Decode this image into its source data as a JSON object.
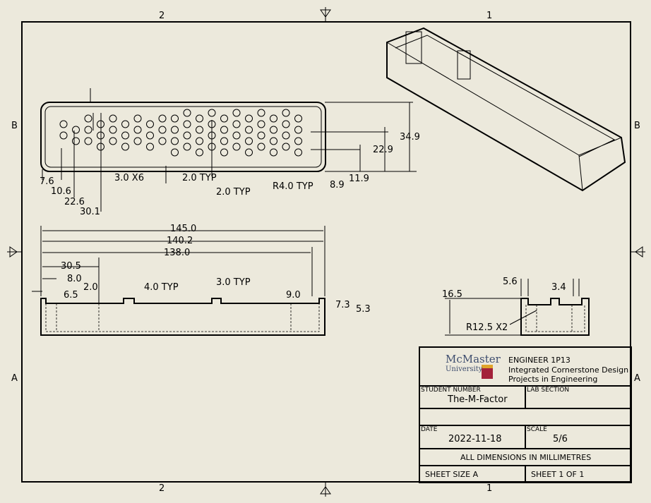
{
  "zones": {
    "top_left": "2",
    "top_right": "1",
    "bottom_left": "2",
    "bottom_right": "1",
    "left_upper": "B",
    "left_lower": "A",
    "right_upper": "B",
    "right_lower": "A"
  },
  "top_view": {
    "dims": [
      "7.6",
      "10.6",
      "22.6",
      "30.1",
      "3.0 X6",
      "2.0 TYP",
      "2.0 TYP",
      "R4.0 TYP",
      "8.9",
      "11.9",
      "22.9",
      "34.9"
    ]
  },
  "front_view": {
    "dims": [
      "145.0",
      "140.2",
      "138.0",
      "30.5",
      "8.0",
      "6.5",
      "2.0",
      "4.0 TYP",
      "3.0 TYP",
      "9.0",
      "7.3",
      "5.3"
    ]
  },
  "side_view": {
    "dims": [
      "5.6",
      "3.4",
      "16.5",
      "R12.5 X2"
    ]
  },
  "title_block": {
    "logo_text": "McMaster",
    "logo_sub": "University",
    "course": "ENGINEER 1P13",
    "course_line2": "Integrated Cornerstone Design",
    "course_line3": "Projects in Engineering",
    "student_number_label": "STUDENT NUMBER",
    "student_number": "The-M-Factor",
    "lab_section_label": "LAB SECTION",
    "lab_section": "",
    "date_label": "DATE",
    "date": "2022-11-18",
    "scale_label": "SCALE",
    "scale": "5/6",
    "units_note": "ALL DIMENSIONS IN MILLIMETRES",
    "sheet_size": "SHEET SIZE A",
    "sheet_number": "SHEET 1 OF 1"
  }
}
